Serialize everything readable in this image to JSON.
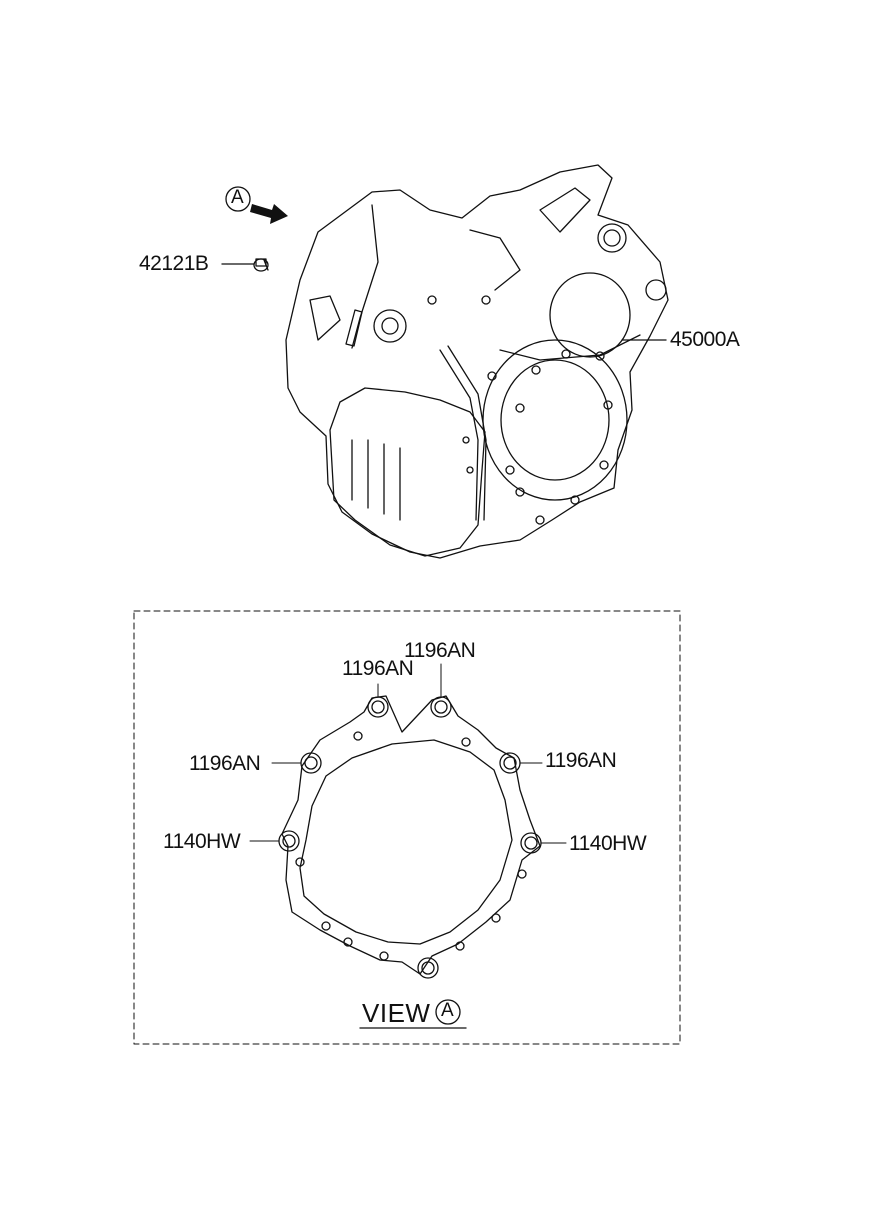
{
  "callouts": {
    "arrow_marker": "A",
    "part_42121B": "42121B",
    "part_45000A": "45000A",
    "top_center": "1196AN",
    "top_left": "1196AN",
    "mid_left": "1196AN",
    "mid_right": "1196AN",
    "low_left": "1140HW",
    "low_right": "1140HW"
  },
  "view": {
    "label": "VIEW",
    "marker": "A"
  }
}
